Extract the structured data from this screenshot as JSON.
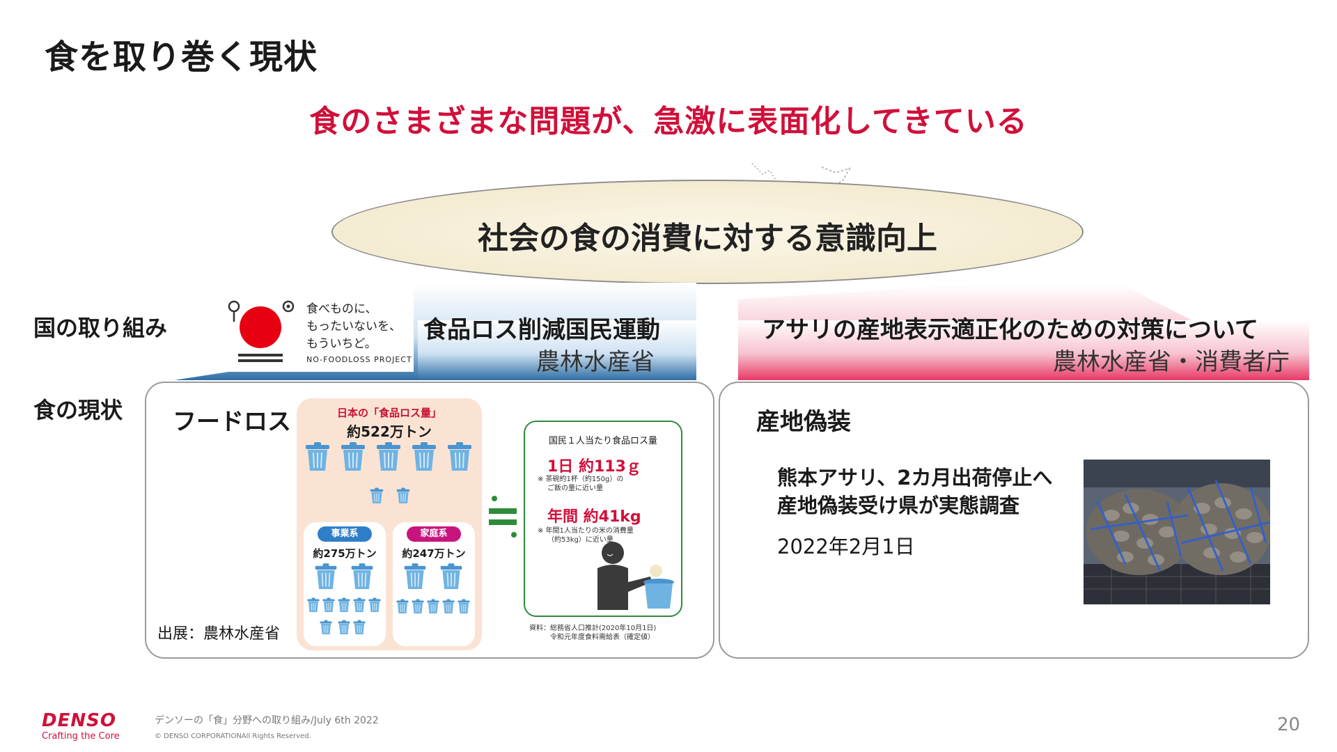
{
  "slide": {
    "title": "食を取り巻く現状",
    "headline": "食のさまざまな問題が、急激に表面化してきている",
    "oval_text": "社会の食の消費に対する意識向上",
    "row_labels": {
      "government": "国の取り組み",
      "current": "食の現状"
    }
  },
  "logo": {
    "line1": "食べものに、",
    "line2": "もったいないを、",
    "line3": "もういちど。",
    "project": "NO-FOODLOSS PROJECT"
  },
  "campaign": {
    "title": "食品ロス削減国民運動",
    "org": "農林水産省"
  },
  "asari_policy": {
    "title": "アサリの産地表示適正化のための対策について",
    "org": "農林水産省・消費者庁"
  },
  "foodloss": {
    "heading": "フードロス",
    "info_title": "日本の「食品ロス量」",
    "total": "約522万トン",
    "business": {
      "label": "事業系",
      "amount": "約275万トン"
    },
    "household": {
      "label": "家庭系",
      "amount": "約247万トン"
    },
    "per_person": {
      "title": "国民１人当たり食品ロス量",
      "daily": "1日 約113ｇ",
      "daily_note1": "※ 茶碗約1杯（約150g）の",
      "daily_note2": "ご飯の量に近い量",
      "yearly": "年間 約41kg",
      "yearly_note1": "※ 年間1人当たりの米の消費量",
      "yearly_note2": "（約53kg）に近い量"
    },
    "data_source1": "資料：総務省人口推計(2020年10月1日)",
    "data_source2": "令和元年度食料需給表（確定値）",
    "source": "出展：農林水産省"
  },
  "origin_fraud": {
    "heading": "産地偽装",
    "news_line1": "熊本アサリ、2カ月出荷停止へ",
    "news_line2": "産地偽装受け県が実態調査",
    "date": "2022年2月1日"
  },
  "footer": {
    "logo": "DENSO",
    "tagline": "Crafting the Core",
    "doc": "デンソーの「食」分野への取り組み/July 6th 2022",
    "copyright": "© DENSO CORPORATIONAll Rights Reserved.",
    "page": "20"
  },
  "colors": {
    "accent_red": "#d0103a",
    "campaign_blue": "#2f6ea5",
    "policy_pink": "#e83a64",
    "business_blue": "#2f7fc8",
    "household_magenta": "#c8157e",
    "equals_green": "#2e8b3a",
    "bin_blue": "#5aa7dc"
  }
}
